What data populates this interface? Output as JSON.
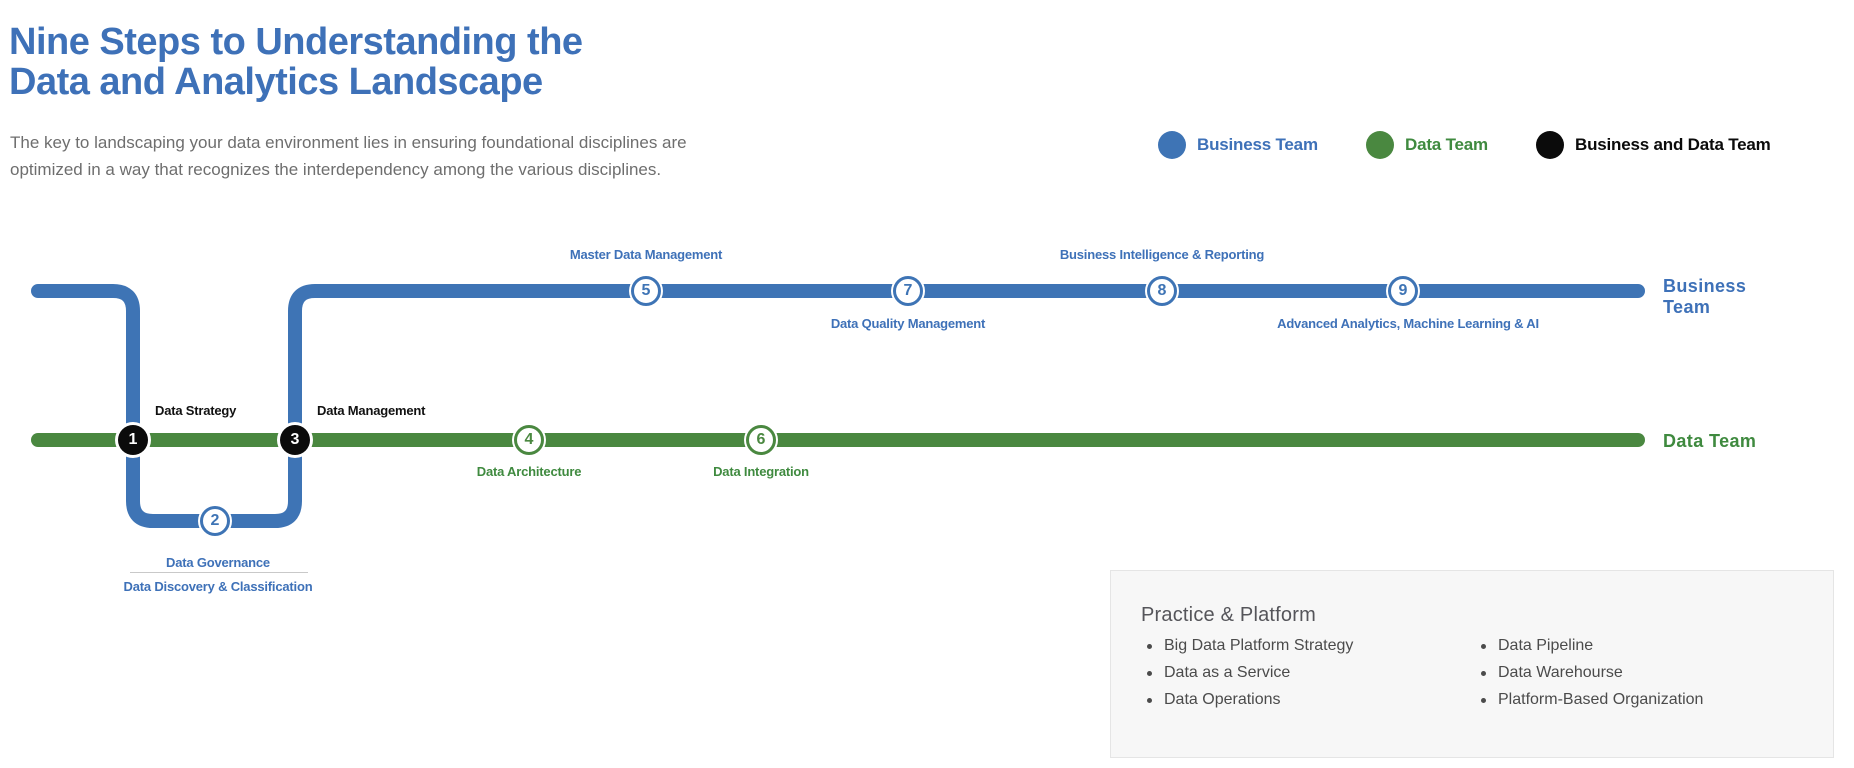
{
  "colors": {
    "business_blue": "#3E74B5",
    "data_green": "#4A8840",
    "joint_black": "#0B0B0B",
    "title_blue": "#3E71B8",
    "subtitle_gray": "#6E6E6E",
    "panel_bg": "#F7F7F7"
  },
  "header": {
    "title_line1": "Nine Steps to Understanding the",
    "title_line2": "Data and Analytics Landscape",
    "subtitle_line1": "The key to landscaping your data environment lies in ensuring foundational disciplines are",
    "subtitle_line2": "optimized in a way that recognizes the interdependency among the various disciplines."
  },
  "legend": {
    "items": [
      {
        "label": "Business Team",
        "color": "#3E74B5"
      },
      {
        "label": "Data Team",
        "color": "#4A8840"
      },
      {
        "label": "Business and Data Team",
        "color": "#0B0B0B"
      }
    ]
  },
  "map": {
    "line_labels": {
      "business": "Business Team",
      "data": "Data Team"
    },
    "stations": [
      {
        "num": "1",
        "label": "Data Strategy",
        "team": "business-and-data"
      },
      {
        "num": "2",
        "label": "Data Governance",
        "label2": "Data Discovery & Classification",
        "team": "business"
      },
      {
        "num": "3",
        "label": "Data Management",
        "team": "business-and-data"
      },
      {
        "num": "4",
        "label": "Data Architecture",
        "team": "data"
      },
      {
        "num": "5",
        "label": "Master Data Management",
        "team": "business"
      },
      {
        "num": "6",
        "label": "Data Integration",
        "team": "data"
      },
      {
        "num": "7",
        "label": "Data Quality Management",
        "team": "business"
      },
      {
        "num": "8",
        "label": "Business Intelligence & Reporting",
        "team": "business"
      },
      {
        "num": "9",
        "label": "Advanced Analytics, Machine Learning & AI",
        "team": "business"
      }
    ]
  },
  "practice": {
    "title": "Practice & Platform",
    "col1": [
      "Big Data Platform Strategy",
      "Data as a Service",
      "Data Operations"
    ],
    "col2": [
      "Data Pipeline",
      "Data Warehourse",
      "Platform-Based Organization"
    ]
  }
}
